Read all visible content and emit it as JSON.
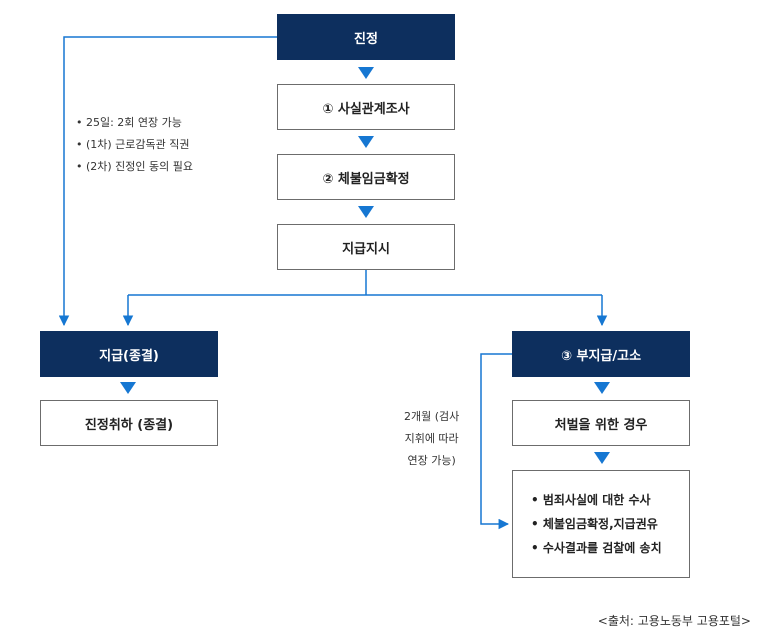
{
  "colors": {
    "dark_box": "#0d2f5e",
    "arrow": "#1677d2",
    "border": "#6c6c6c"
  },
  "nodes": {
    "petition": "진정",
    "fact_investigation": "① 사실관계조사",
    "unpaid_wage_confirm": "② 체불임금확정",
    "payment_order": "지급지시",
    "payment_closed": "지급(종결)",
    "withdrawal": "진정취하 (종결)",
    "nonpayment_charge": "③ 부지급/고소",
    "punishment_case": "처벌을 위한 경우"
  },
  "left_notes": [
    "• 25일: 2회 연장 가능",
    "• (1차) 근로감독관 직권",
    "• (2차) 진정인 동의 필요"
  ],
  "right_notes": [
    "2개월 (검사",
    "지휘에 따라",
    "연장 가능)"
  ],
  "investigation_items": [
    "• 범죄사실에 대한 수사",
    "• 체불임금확정,지급권유",
    "• 수사결과를 검찰에 송치"
  ],
  "source": "<출처: 고용노동부 고용포털>"
}
